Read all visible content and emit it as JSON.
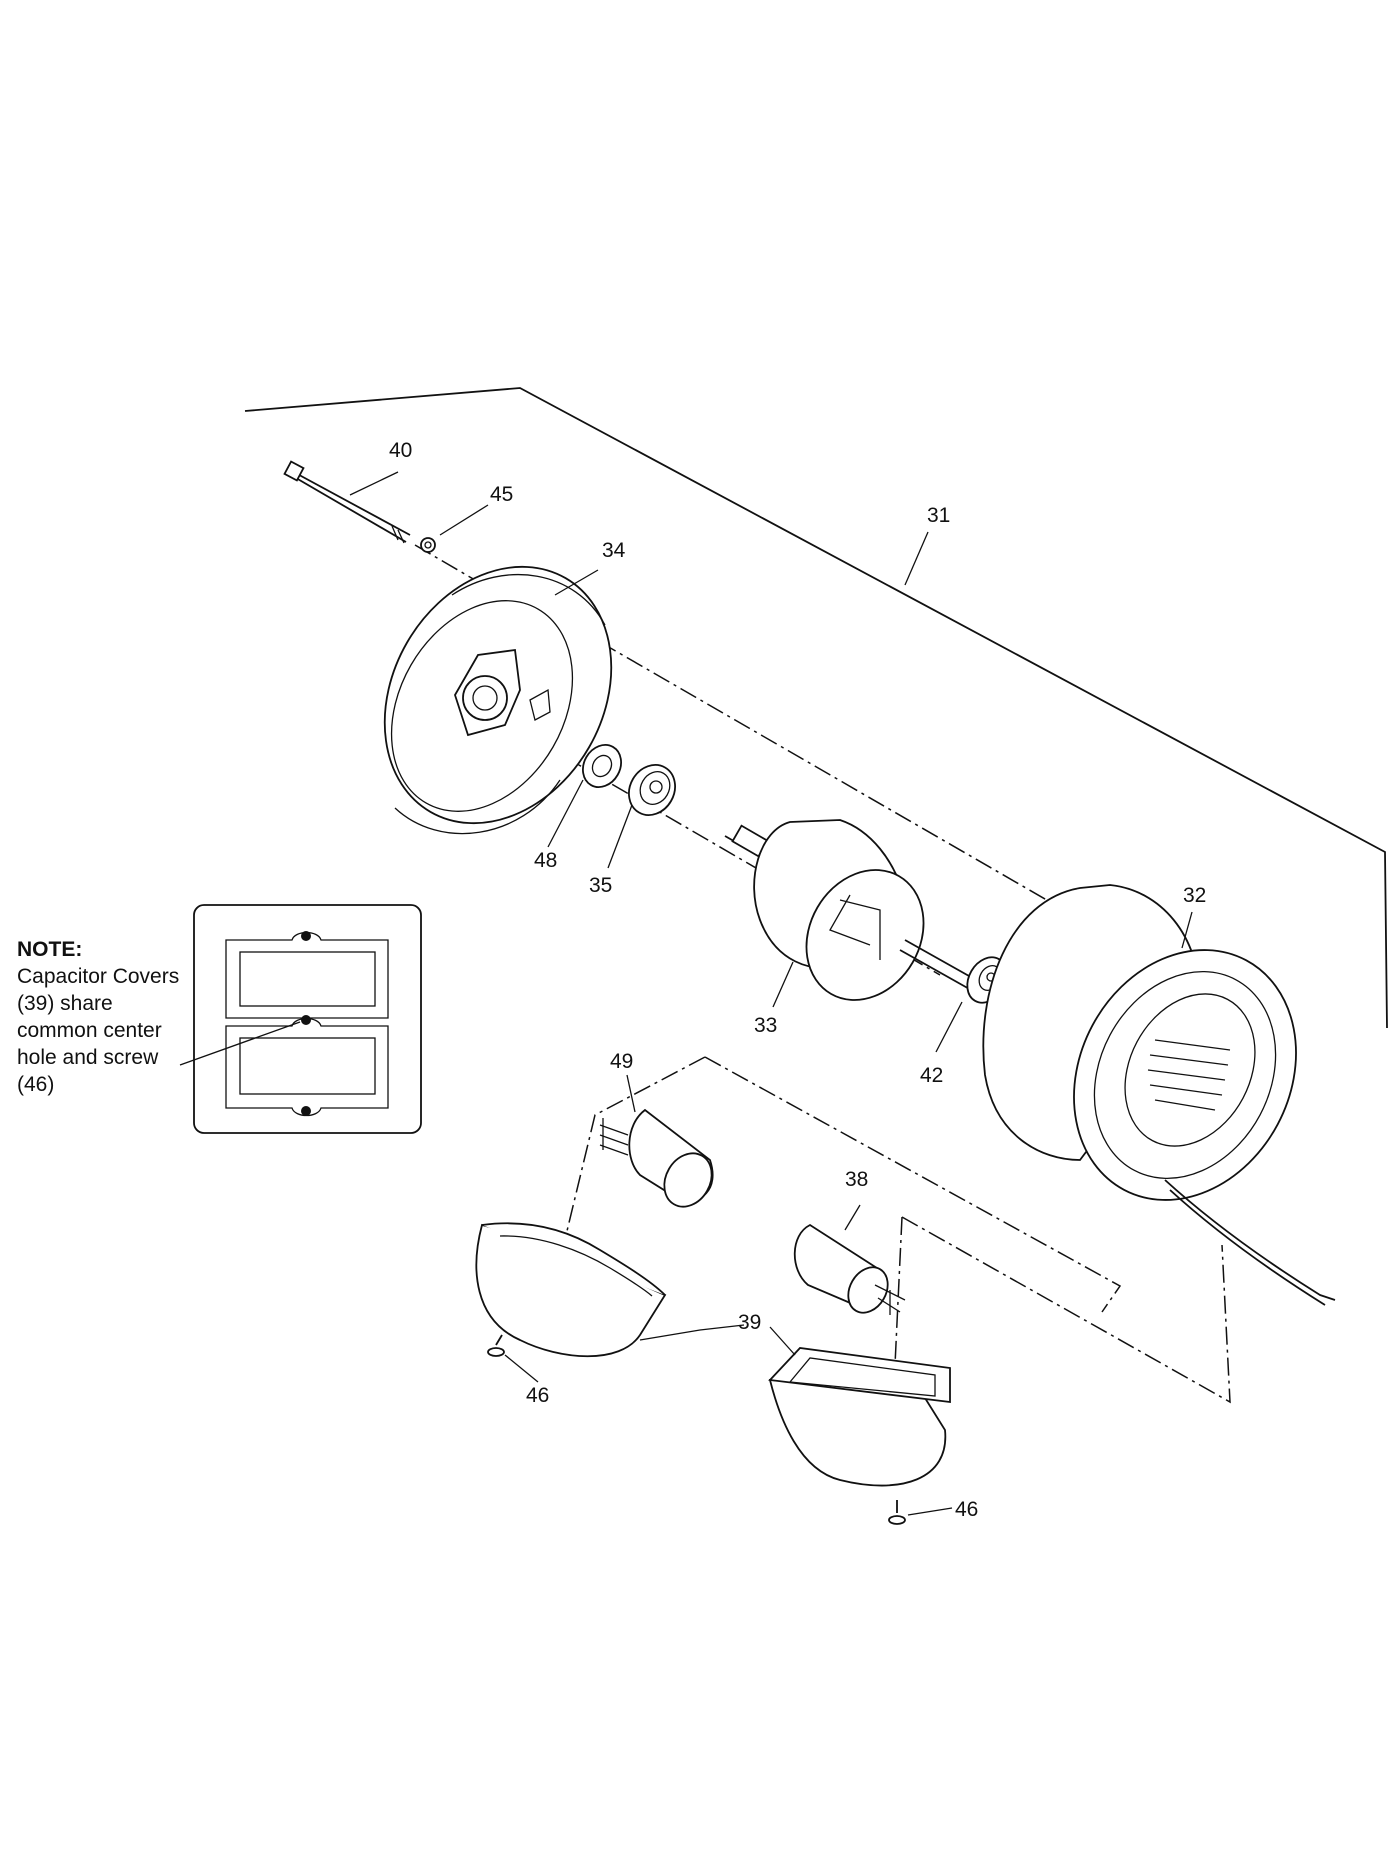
{
  "callouts": {
    "c31": "31",
    "c32": "32",
    "c33": "33",
    "c34": "34",
    "c35": "35",
    "c38": "38",
    "c39": "39",
    "c40": "40",
    "c42": "42",
    "c45": "45",
    "c46a": "46",
    "c46b": "46",
    "c48": "48",
    "c49": "49"
  },
  "note": {
    "title": "NOTE:",
    "body": "Capacitor Covers (39) share common center hole and screw (46)"
  }
}
